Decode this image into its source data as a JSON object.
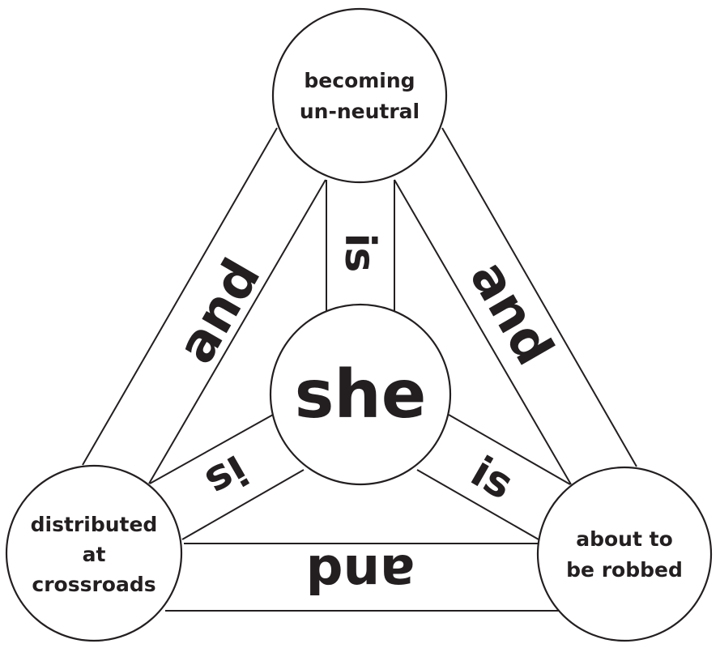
{
  "diagram": {
    "center": "she",
    "nodes": {
      "top": [
        "becoming",
        "un-neutral"
      ],
      "left": [
        "distributed",
        "at",
        "crossroads"
      ],
      "right": [
        "about to",
        "be robbed"
      ]
    },
    "edges": {
      "top_left": "and",
      "top_right": "and",
      "bottom": "and",
      "center_top": "is",
      "center_left": "is",
      "center_right": "is"
    }
  },
  "colors": {
    "ink": "#231f20",
    "background": "#ffffff"
  }
}
